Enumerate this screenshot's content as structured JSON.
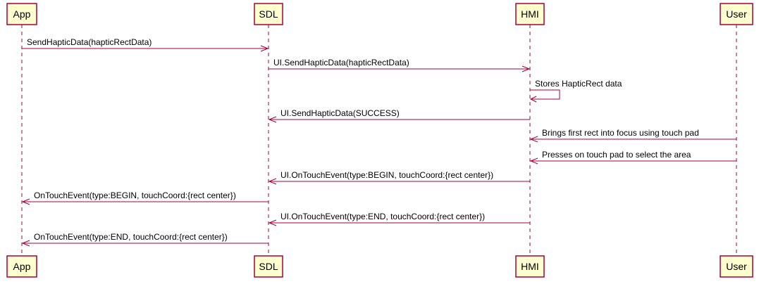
{
  "participants": [
    {
      "id": "app",
      "label": "App"
    },
    {
      "id": "sdl",
      "label": "SDL"
    },
    {
      "id": "hmi",
      "label": "HMI"
    },
    {
      "id": "user",
      "label": "User"
    }
  ],
  "messages": [
    {
      "from": "app",
      "to": "sdl",
      "label": "SendHapticData(hapticRectData)"
    },
    {
      "from": "sdl",
      "to": "hmi",
      "label": "UI.SendHapticData(hapticRectData)"
    },
    {
      "from": "hmi",
      "to": "hmi",
      "label": "Stores HapticRect data"
    },
    {
      "from": "hmi",
      "to": "sdl",
      "label": "UI.SendHapticData(SUCCESS)"
    },
    {
      "from": "user",
      "to": "hmi",
      "label": "Brings first rect into focus using touch pad"
    },
    {
      "from": "user",
      "to": "hmi",
      "label": "Presses on touch pad to select the area"
    },
    {
      "from": "hmi",
      "to": "sdl",
      "label": "UI.OnTouchEvent(type:BEGIN, touchCoord:{rect center})"
    },
    {
      "from": "sdl",
      "to": "app",
      "label": "OnTouchEvent(type:BEGIN, touchCoord:{rect center})"
    },
    {
      "from": "hmi",
      "to": "sdl",
      "label": "UI.OnTouchEvent(type:END, touchCoord:{rect center})"
    },
    {
      "from": "sdl",
      "to": "app",
      "label": "OnTouchEvent(type:END, touchCoord:{rect center})"
    }
  ],
  "colors": {
    "line": "#A80036",
    "participant_fill": "#FEFECE"
  }
}
